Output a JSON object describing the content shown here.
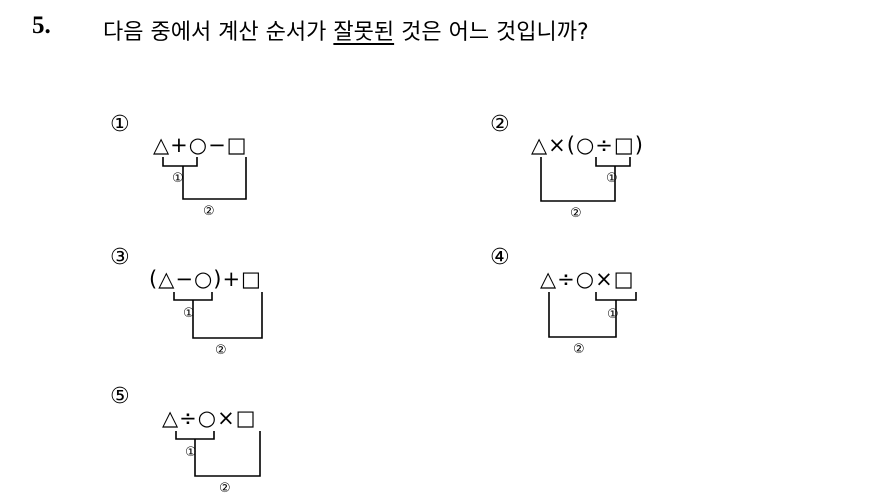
{
  "question": {
    "number": "5.",
    "text_before": "다음 중에서 계산 순서가 ",
    "text_underlined": "잘못된",
    "text_after": " 것은 어느 것입니까?"
  },
  "choices": [
    {
      "marker": "①",
      "expression": "△+○−□",
      "step1": "①",
      "step2": "②"
    },
    {
      "marker": "②",
      "expression": "△×(○÷□)",
      "step1": "①",
      "step2": "②"
    },
    {
      "marker": "③",
      "expression": "(△−○)+□",
      "step1": "①",
      "step2": "②"
    },
    {
      "marker": "④",
      "expression": "△÷○×□",
      "step1": "①",
      "step2": "②"
    },
    {
      "marker": "⑤",
      "expression": "△÷○×□",
      "step1": "①",
      "step2": "②"
    }
  ]
}
